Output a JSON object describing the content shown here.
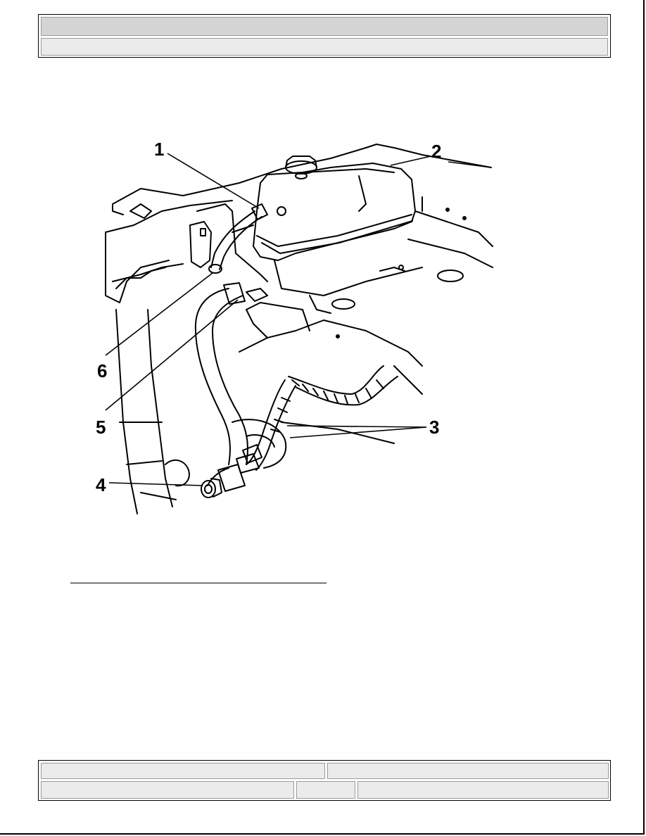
{
  "header": {
    "row1_text": "",
    "row2_text": ""
  },
  "figure": {
    "callouts": [
      "1",
      "2",
      "3",
      "4",
      "5",
      "6"
    ]
  },
  "footer": {
    "cells": [
      "",
      "",
      "",
      "",
      ""
    ]
  }
}
